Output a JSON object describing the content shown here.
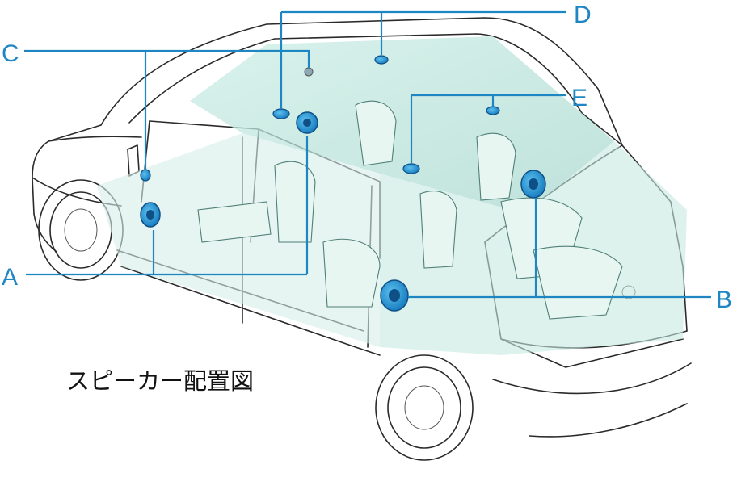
{
  "caption": "スピーカー配置図",
  "colors": {
    "accent": "#1e86c3",
    "cabin_tint": "#bfe3da",
    "speaker_fill": "#2a9ad8",
    "speaker_core": "#0e4f86"
  },
  "callouts": {
    "a": "A",
    "b": "B",
    "c": "C",
    "d": "D",
    "e": "E"
  }
}
